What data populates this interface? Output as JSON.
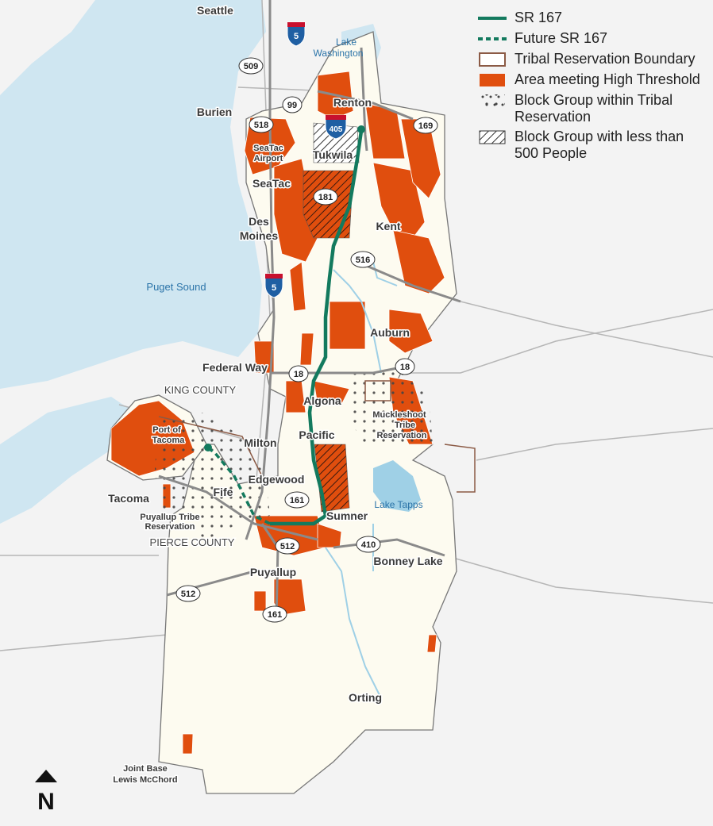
{
  "legend": [
    {
      "key": "sr167",
      "label": "SR 167"
    },
    {
      "key": "future",
      "label": "Future SR 167"
    },
    {
      "key": "tribal",
      "label": "Tribal Reservation Boundary"
    },
    {
      "key": "high",
      "label": "Area meeting High Threshold"
    },
    {
      "key": "bg_tribal",
      "label": "Block Group within Tribal Reservation"
    },
    {
      "key": "bg_small",
      "label": "Block Group with less than 500 People"
    }
  ],
  "places": {
    "seattle": "Seattle",
    "burien": "Burien",
    "renton": "Renton",
    "tukwila": "Tukwila",
    "seatac_airport_1": "SeaTac",
    "seatac_airport_2": "Airport",
    "seatac": "SeaTac",
    "des_moines_1": "Des",
    "des_moines_2": "Moines",
    "kent": "Kent",
    "auburn": "Auburn",
    "federal_way": "Federal Way",
    "algona": "Algona",
    "pacific": "Pacific",
    "milton": "Milton",
    "edgewood": "Edgewood",
    "fife": "Fife",
    "tacoma": "Tacoma",
    "port_1": "Port of",
    "port_2": "Tacoma",
    "puyallup_tribe_1": "Puyallup Tribe",
    "puyallup_tribe_2": "Reservation",
    "muckleshoot_1": "Muckleshoot",
    "muckleshoot_2": "Tribe",
    "muckleshoot_3": "Reservation",
    "sumner": "Sumner",
    "puyallup": "Puyallup",
    "bonney_lake": "Bonney Lake",
    "orting": "Orting",
    "jblm_1": "Joint Base",
    "jblm_2": "Lewis McChord"
  },
  "water": {
    "lake_washington_1": "Lake",
    "lake_washington_2": "Washington",
    "puget_sound": "Puget Sound",
    "lake_tapps": "Lake Tapps"
  },
  "counties": {
    "king": "KING COUNTY",
    "pierce": "PIERCE COUNTY"
  },
  "interstates": {
    "i5_north": "5",
    "i5_south": "5",
    "i405": "405"
  },
  "state_routes": {
    "sr509": "509",
    "sr99": "99",
    "sr518": "518",
    "sr169": "169",
    "sr181": "181",
    "sr516": "516",
    "sr18_west": "18",
    "sr18_east": "18",
    "sr161_north": "161",
    "sr161_south": "161",
    "sr512_east": "512",
    "sr512_west": "512",
    "sr410": "410"
  },
  "north_label": "N",
  "colors": {
    "high_threshold": "#e04e0e",
    "study_area": "#fdfbf0",
    "water": "#cfe6f1",
    "sr167": "#137a5e",
    "tribal_boundary": "#8b5a45",
    "road": "#8a8a8a",
    "background": "#f3f3f3"
  }
}
